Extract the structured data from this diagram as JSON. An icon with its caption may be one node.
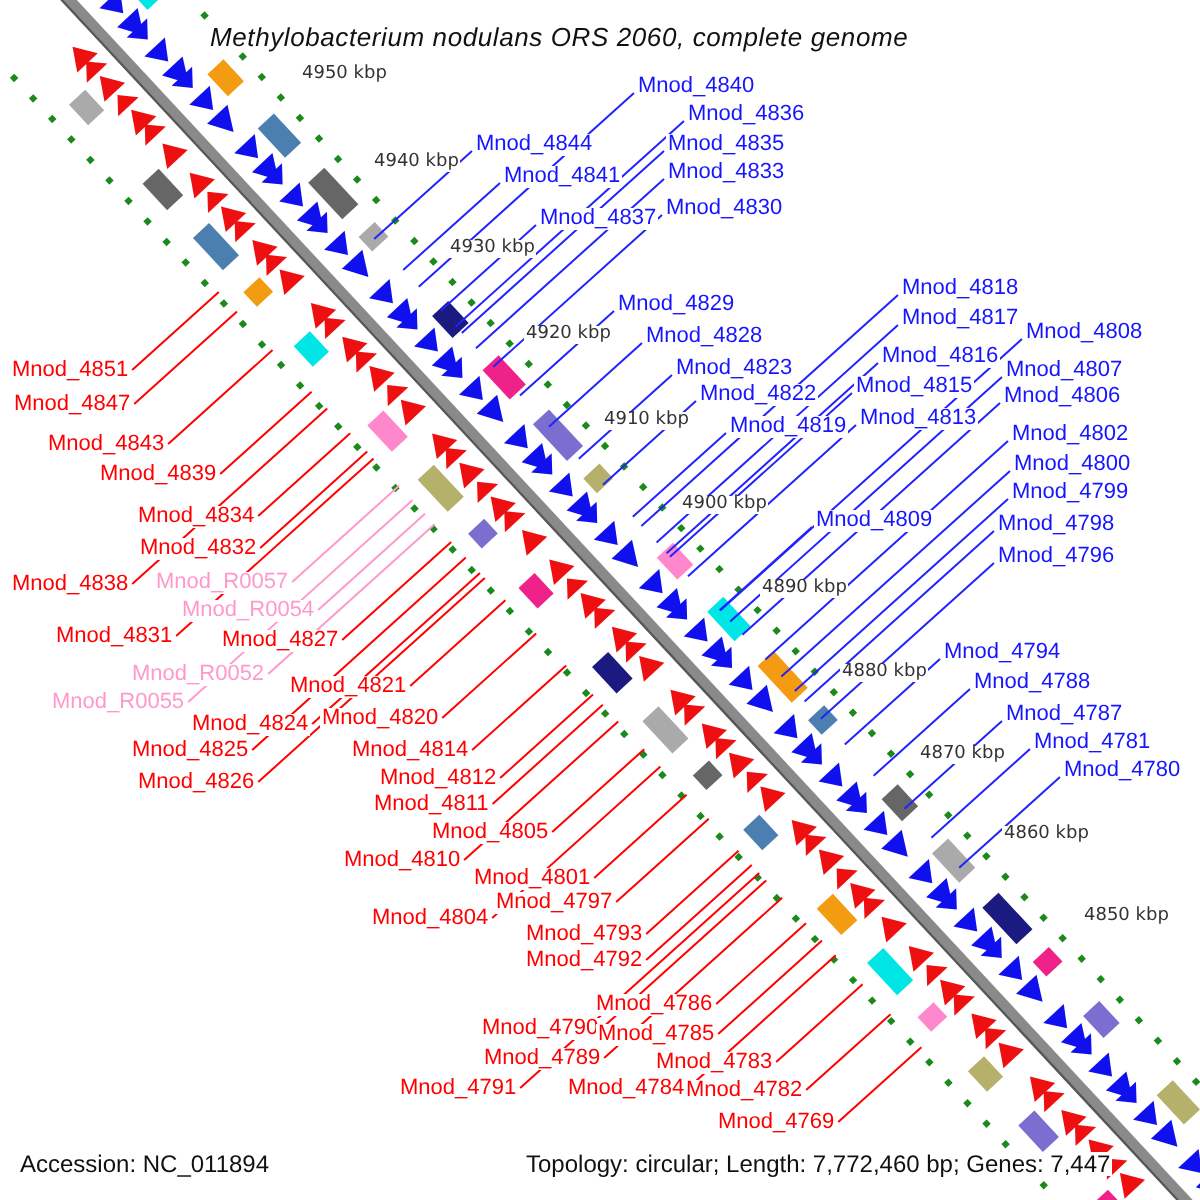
{
  "diagram": {
    "title": "Methylobacterium nodulans ORS 2060, complete genome",
    "nodes": [
      {
        "text": [
          "Mnod_4840"
        ]
      },
      {
        "text": [
          "Mnod_4836"
        ]
      },
      {
        "text": [
          "Mnod_4844"
        ]
      },
      {
        "text": [
          "Mnod_4835"
        ]
      },
      {
        "text": [
          "Mnod_4833"
        ]
      },
      {
        "text": [
          "Mnod_4841"
        ]
      },
      {
        "text": [
          "Mnod_4830"
        ]
      },
      {
        "text": [
          "Mnod_4837"
        ]
      },
      {
        "text": [
          "Mnod_4818"
        ]
      },
      {
        "text": [
          "Mnod_4829"
        ]
      },
      {
        "text": [
          "Mnod_4817"
        ]
      },
      {
        "text": [
          "Mnod_4808"
        ]
      },
      {
        "text": [
          "Mnod_4828"
        ]
      },
      {
        "text": [
          "Mnod_4816"
        ]
      },
      {
        "text": [
          "Mnod_4823"
        ]
      },
      {
        "text": [
          "Mnod_4807"
        ]
      },
      {
        "text": [
          "Mnod_4851"
        ]
      },
      {
        "text": [
          "Mnod_4815"
        ]
      },
      {
        "text": [
          "Mnod_4822"
        ]
      },
      {
        "text": [
          "Mnod_4806"
        ]
      },
      {
        "text": [
          "Mnod_4847"
        ]
      },
      {
        "text": [
          "Mnod_4813"
        ]
      },
      {
        "text": [
          "Mnod_4819"
        ]
      },
      {
        "text": [
          "Mnod_4802"
        ]
      },
      {
        "text": [
          "Mnod_4843"
        ]
      },
      {
        "text": [
          "Mnod_4800"
        ]
      },
      {
        "text": [
          "Mnod_4839"
        ]
      },
      {
        "text": [
          "Mnod_4799"
        ]
      },
      {
        "text": [
          "Mnod_4834"
        ]
      },
      {
        "text": [
          "Mnod_4809"
        ]
      },
      {
        "text": [
          "Mnod_4798"
        ]
      },
      {
        "text": [
          "Mnod_4832"
        ]
      },
      {
        "text": [
          "Mnod_4796"
        ]
      },
      {
        "text": [
          "Mnod_R0057"
        ]
      },
      {
        "text": [
          "Mnod_4838"
        ]
      },
      {
        "text": [
          "Mnod_R0054"
        ]
      },
      {
        "text": [
          "Mnod_4831"
        ]
      },
      {
        "text": [
          "Mnod_4827"
        ]
      },
      {
        "text": [
          "Mnod_4794"
        ]
      },
      {
        "text": [
          "Mnod_R0052"
        ]
      },
      {
        "text": [
          "Mnod_4788"
        ]
      },
      {
        "text": [
          "Mnod_4821"
        ]
      },
      {
        "text": [
          "Mnod_R0055"
        ]
      },
      {
        "text": [
          "Mnod_4787"
        ]
      },
      {
        "text": [
          "Mnod_4820"
        ]
      },
      {
        "text": [
          "Mnod_4824"
        ]
      },
      {
        "text": [
          "Mnod_4781"
        ]
      },
      {
        "text": [
          "Mnod_4814"
        ]
      },
      {
        "text": [
          "Mnod_4825"
        ]
      },
      {
        "text": [
          "Mnod_4780"
        ]
      },
      {
        "text": [
          "Mnod_4812"
        ]
      },
      {
        "text": [
          "Mnod_4826"
        ]
      },
      {
        "text": [
          "Mnod_4811"
        ]
      },
      {
        "text": [
          "Mnod_4805"
        ]
      },
      {
        "text": [
          "Mnod_4810"
        ]
      },
      {
        "text": [
          "Mnod_4801"
        ]
      },
      {
        "text": [
          "Mnod_4797"
        ]
      },
      {
        "text": [
          "Mnod_4804"
        ]
      },
      {
        "text": [
          "Mnod_4793"
        ]
      },
      {
        "text": [
          "Mnod_4792"
        ]
      },
      {
        "text": [
          "Mnod_4786"
        ]
      },
      {
        "text": [
          "Mnod_4790"
        ]
      },
      {
        "text": [
          "Mnod_4785"
        ]
      },
      {
        "text": [
          "Mnod_4789"
        ]
      },
      {
        "text": [
          "Mnod_4783"
        ]
      },
      {
        "text": [
          "Mnod_4791"
        ]
      },
      {
        "text": [
          "Mnod_4784"
        ]
      },
      {
        "text": [
          "Mnod_4782"
        ]
      },
      {
        "text": [
          "Mnod_4769"
        ]
      }
    ],
    "edges": [
      {
        "from": 0,
        "to": null,
        "arrow": "none",
        "color": "#2222ff"
      },
      {
        "from": 1,
        "to": null,
        "arrow": "none",
        "color": "#2222ff"
      },
      {
        "from": 2,
        "to": null,
        "arrow": "none",
        "color": "#2222ff"
      },
      {
        "from": 3,
        "to": null,
        "arrow": "none",
        "color": "#2222ff"
      },
      {
        "from": 4,
        "to": null,
        "arrow": "none",
        "color": "#2222ff"
      },
      {
        "from": 5,
        "to": null,
        "arrow": "none",
        "color": "#2222ff"
      },
      {
        "from": 6,
        "to": null,
        "arrow": "none",
        "color": "#2222ff"
      },
      {
        "from": 7,
        "to": null,
        "arrow": "none",
        "color": "#2222ff"
      },
      {
        "from": 8,
        "to": null,
        "arrow": "none",
        "color": "#2222ff"
      },
      {
        "from": 9,
        "to": null,
        "arrow": "none",
        "color": "#2222ff"
      },
      {
        "from": 10,
        "to": null,
        "arrow": "none",
        "color": "#2222ff"
      },
      {
        "from": 11,
        "to": null,
        "arrow": "none",
        "color": "#2222ff"
      },
      {
        "from": 12,
        "to": null,
        "arrow": "none",
        "color": "#2222ff"
      },
      {
        "from": 13,
        "to": null,
        "arrow": "none",
        "color": "#2222ff"
      },
      {
        "from": 14,
        "to": null,
        "arrow": "none",
        "color": "#2222ff"
      },
      {
        "from": 15,
        "to": null,
        "arrow": "none",
        "color": "#2222ff"
      },
      {
        "from": 16,
        "to": null,
        "arrow": "none"
      },
      {
        "from": 17,
        "to": null,
        "arrow": "none",
        "color": "#2222ff"
      },
      {
        "from": 18,
        "to": null,
        "arrow": "none",
        "color": "#2222ff"
      },
      {
        "from": 19,
        "to": null,
        "arrow": "none",
        "color": "#2222ff"
      },
      {
        "from": 20,
        "to": null,
        "arrow": "none"
      },
      {
        "from": 21,
        "to": null,
        "arrow": "none",
        "color": "#2222ff"
      },
      {
        "from": 22,
        "to": null,
        "arrow": "none",
        "color": "#2222ff"
      },
      {
        "from": 23,
        "to": null,
        "arrow": "none",
        "color": "#2222ff"
      },
      {
        "from": 24,
        "to": null,
        "arrow": "none"
      },
      {
        "from": 25,
        "to": null,
        "arrow": "none",
        "color": "#2222ff"
      },
      {
        "from": 26,
        "to": null,
        "arrow": "none"
      },
      {
        "from": 27,
        "to": null,
        "arrow": "none",
        "color": "#2222ff"
      },
      {
        "from": 28,
        "to": null,
        "arrow": "none"
      },
      {
        "from": 29,
        "to": null,
        "arrow": "none",
        "color": "#2222ff"
      },
      {
        "from": 30,
        "to": null,
        "arrow": "none",
        "color": "#2222ff"
      },
      {
        "from": 31,
        "to": null,
        "arrow": "none"
      },
      {
        "from": 32,
        "to": null,
        "arrow": "none",
        "color": "#2222ff"
      },
      {
        "from": 33,
        "to": null,
        "arrow": "none",
        "color": "#ff99cc"
      },
      {
        "from": 34,
        "to": null,
        "arrow": "none"
      },
      {
        "from": 35,
        "to": null,
        "arrow": "none",
        "color": "#ff99cc"
      },
      {
        "from": 36,
        "to": null,
        "arrow": "none"
      },
      {
        "from": 37,
        "to": null,
        "arrow": "none"
      },
      {
        "from": 38,
        "to": null,
        "arrow": "none",
        "color": "#2222ff"
      },
      {
        "from": 39,
        "to": null,
        "arrow": "none",
        "color": "#ff99cc"
      },
      {
        "from": 40,
        "to": null,
        "arrow": "none",
        "color": "#2222ff"
      },
      {
        "from": 41,
        "to": null,
        "arrow": "none"
      },
      {
        "from": 42,
        "to": null,
        "arrow": "none",
        "color": "#ff99cc"
      },
      {
        "from": 43,
        "to": null,
        "arrow": "none",
        "color": "#2222ff"
      },
      {
        "from": 44,
        "to": null,
        "arrow": "none"
      },
      {
        "from": 45,
        "to": null,
        "arrow": "none"
      },
      {
        "from": 46,
        "to": null,
        "arrow": "none",
        "color": "#2222ff"
      },
      {
        "from": 47,
        "to": null,
        "arrow": "none"
      },
      {
        "from": 48,
        "to": null,
        "arrow": "none"
      },
      {
        "from": 49,
        "to": null,
        "arrow": "none",
        "color": "#2222ff"
      },
      {
        "from": 50,
        "to": null,
        "arrow": "none"
      },
      {
        "from": 51,
        "to": null,
        "arrow": "none"
      },
      {
        "from": 52,
        "to": null,
        "arrow": "none"
      },
      {
        "from": 53,
        "to": null,
        "arrow": "none"
      },
      {
        "from": 54,
        "to": null,
        "arrow": "none"
      },
      {
        "from": 55,
        "to": null,
        "arrow": "none"
      },
      {
        "from": 56,
        "to": null,
        "arrow": "none"
      },
      {
        "from": 57,
        "to": null,
        "arrow": "none"
      },
      {
        "from": 58,
        "to": null,
        "arrow": "none"
      },
      {
        "from": 59,
        "to": null,
        "arrow": "none"
      },
      {
        "from": 60,
        "to": null,
        "arrow": "none"
      },
      {
        "from": 61,
        "to": null,
        "arrow": "none"
      },
      {
        "from": 62,
        "to": null,
        "arrow": "none"
      },
      {
        "from": 63,
        "to": null,
        "arrow": "none"
      },
      {
        "from": 64,
        "to": null,
        "arrow": "none"
      },
      {
        "from": 65,
        "to": null,
        "arrow": "none"
      },
      {
        "from": 66,
        "to": null,
        "arrow": "none"
      },
      {
        "from": 67,
        "to": null,
        "arrow": "none"
      },
      {
        "from": 68,
        "to": null,
        "arrow": "none"
      }
    ],
    "labels": [
      "4950 kbp",
      "4940 kbp",
      "4930 kbp",
      "4920 kbp",
      "4910 kbp",
      "4900 kbp",
      "4890 kbp",
      "4880 kbp",
      "4870 kbp",
      "4860 kbp",
      "4850 kbp",
      "Accession: NC_011894",
      "Topology: circular; Length: 7,772,460 bp; Genes: 7,447"
    ]
  }
}
